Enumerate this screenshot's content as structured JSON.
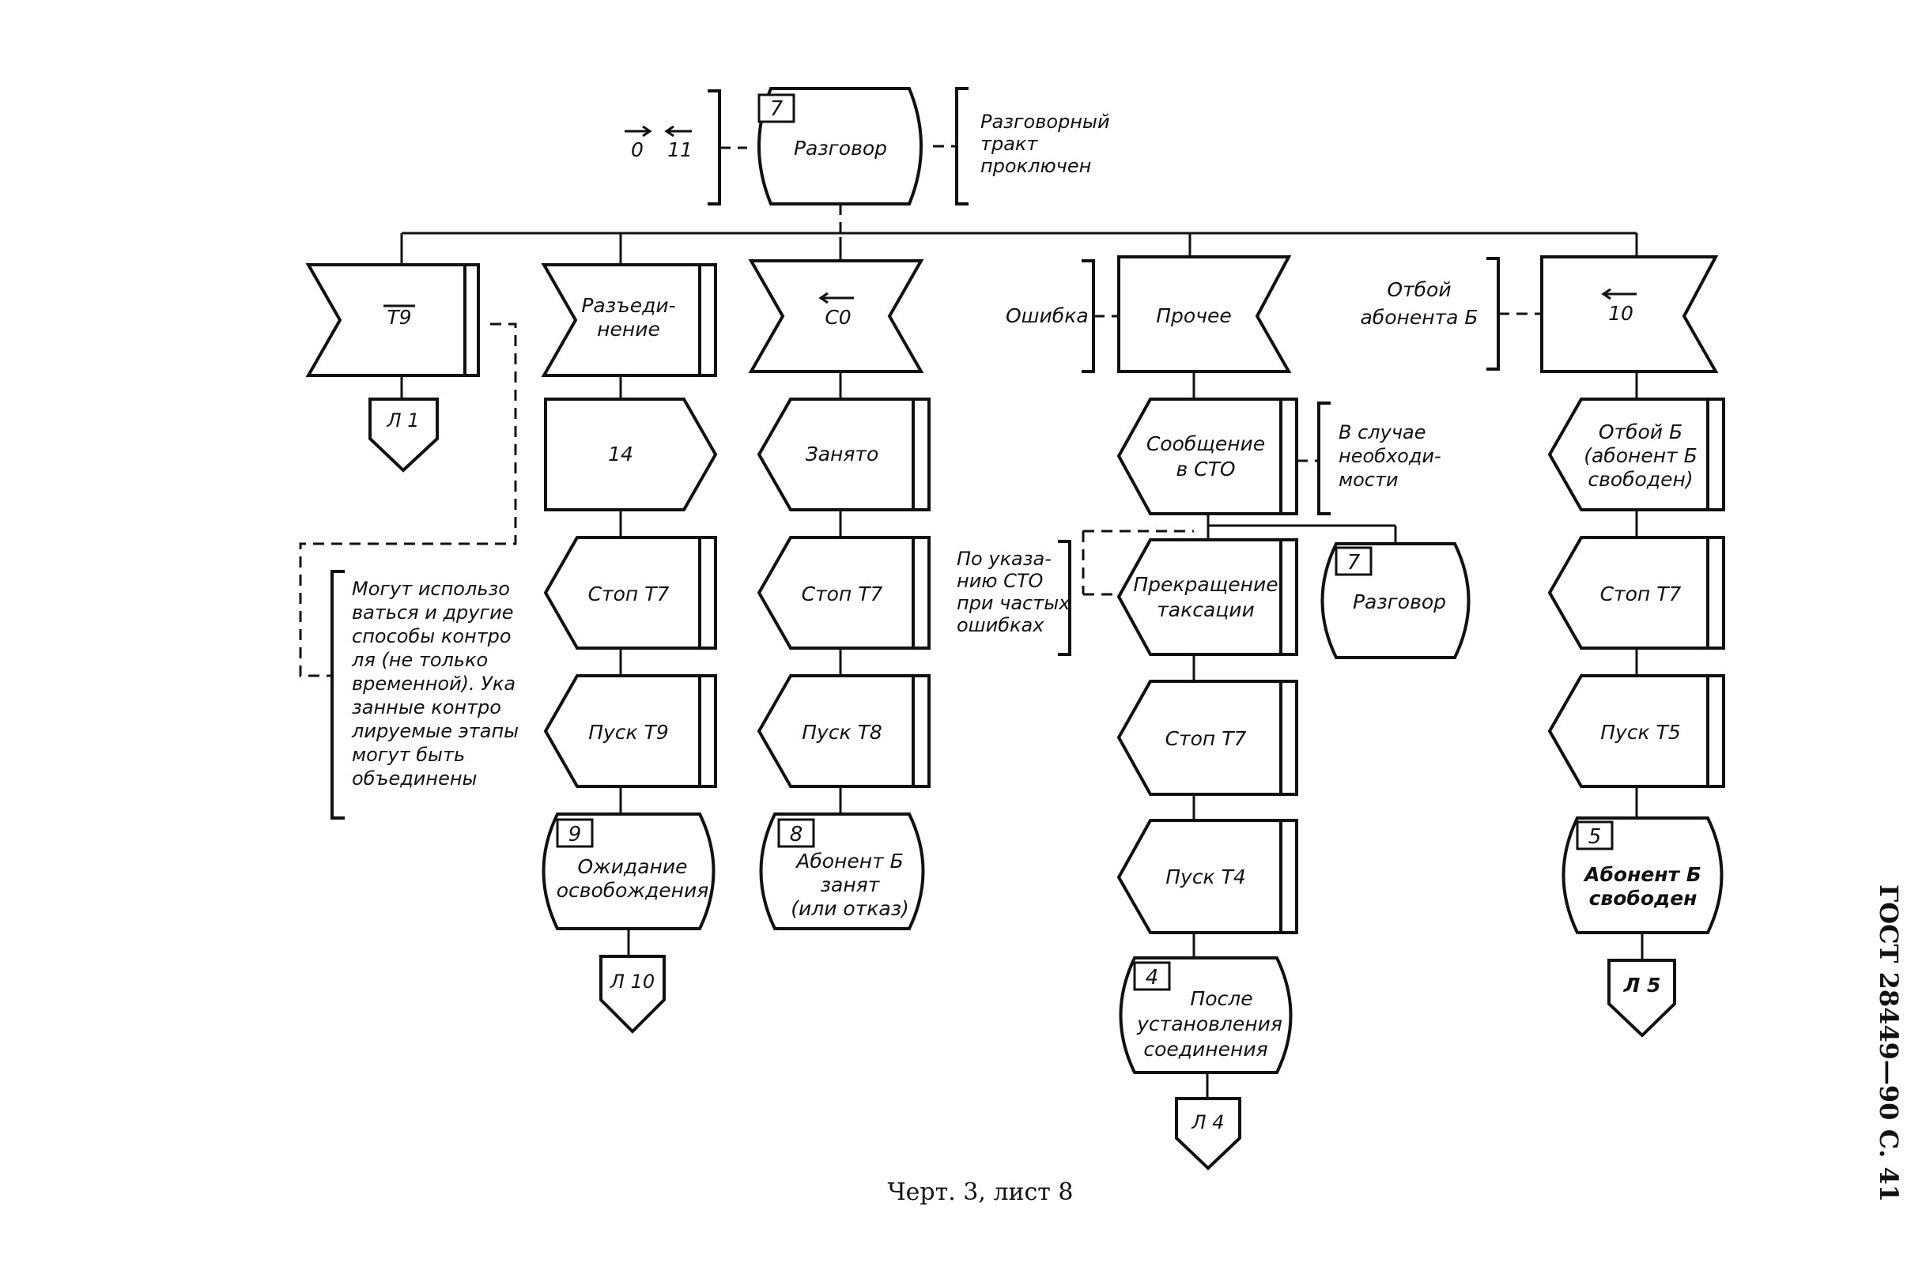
{
  "page": {
    "caption": "Черт. 3, лист 8",
    "side_header": "ГОСТ 28449—90 С. 41"
  },
  "diagram": {
    "top": {
      "state_num": "7",
      "state_label": "Разговор",
      "signals_left": [
        "0",
        "11"
      ],
      "note_right": [
        "Разговорный",
        "тракт",
        "проключен"
      ]
    },
    "col1": {
      "input": "Т9",
      "connector": "Л 1"
    },
    "col2": {
      "input": [
        "Разъеди-",
        "нение"
      ],
      "out1": "14",
      "task1": "Стоп Т7",
      "task2": "Пуск Т9",
      "state_num": "9",
      "state_label": [
        "Ожидание",
        "освобождения"
      ],
      "connector": "Л 10"
    },
    "col3": {
      "input": "С0",
      "out1": "Занято",
      "task1": "Стоп Т7",
      "task2": "Пуск Т8",
      "state_num": "8",
      "state_label": [
        "Абонент Б",
        "занят",
        "(или отказ)"
      ]
    },
    "col4": {
      "input": "Прочее",
      "input_note": "Ошибка",
      "out1": [
        "Сообщение",
        "в СТО"
      ],
      "out1_note": [
        "В случае",
        "необходи-",
        "мости"
      ],
      "task1": [
        "Прекращение",
        "таксации"
      ],
      "task1_note": [
        "По указа-",
        "нию СТО",
        "при частых",
        "ошибках"
      ],
      "side_state_num": "7",
      "side_state_label": "Разговор",
      "task2": "Стоп Т7",
      "task3": "Пуск Т4",
      "state_num": "4",
      "state_label": [
        "После",
        "установления",
        "соединения"
      ],
      "connector": "Л 4"
    },
    "col5": {
      "input": "10",
      "input_note": [
        "Отбой",
        "абонента Б"
      ],
      "out1": [
        "Отбой Б",
        "(абонент Б",
        "свободен)"
      ],
      "task1": "Стоп Т7",
      "task2": "Пуск Т5",
      "state_num": "5",
      "state_label": [
        "Абонент Б",
        "свободен"
      ],
      "connector": "Л 5"
    },
    "note_left": [
      "Могут использо",
      "ваться и другие",
      "способы контро",
      "ля (не только",
      "временной). Ука",
      "занные контро",
      "лируемые этапы",
      "могут быть",
      "объединены"
    ]
  }
}
